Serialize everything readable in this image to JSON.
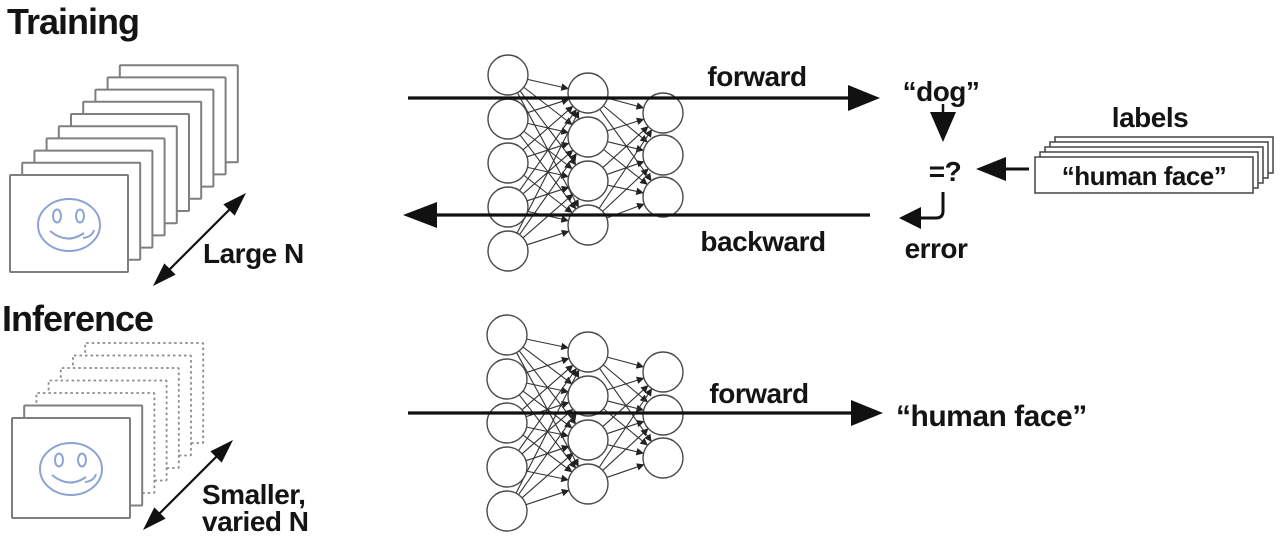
{
  "training": {
    "heading": "Training",
    "stack": {
      "card_count": 10,
      "size_label": "Large N",
      "image_icon": "smiley-face"
    },
    "network_layers": [
      5,
      4,
      3
    ],
    "forward_label": "forward",
    "backward_label": "backward",
    "prediction_label": "“dog”",
    "comparison_label": "=?",
    "error_label": "error",
    "labels_stack": {
      "heading": "labels",
      "card_count": 5,
      "front_label": "“human face”"
    }
  },
  "inference": {
    "heading": "Inference",
    "stack": {
      "solid_card_count": 2,
      "dashed_card_count": 5,
      "size_label_line1": "Smaller,",
      "size_label_line2": "varied N",
      "image_icon": "smiley-face"
    },
    "network_layers": [
      5,
      4,
      3
    ],
    "forward_label": "forward",
    "output_label": "“human face”"
  },
  "colors": {
    "text": "#141414",
    "arrow": "#111111",
    "node_stroke": "#4a4a4a",
    "link_stroke": "#333333",
    "card_border": "#7f7f7f",
    "dashed_card_border": "#8a8a8a",
    "label_box_border": "#444444",
    "smiley": "#8ba3d6",
    "background": "#ffffff"
  }
}
